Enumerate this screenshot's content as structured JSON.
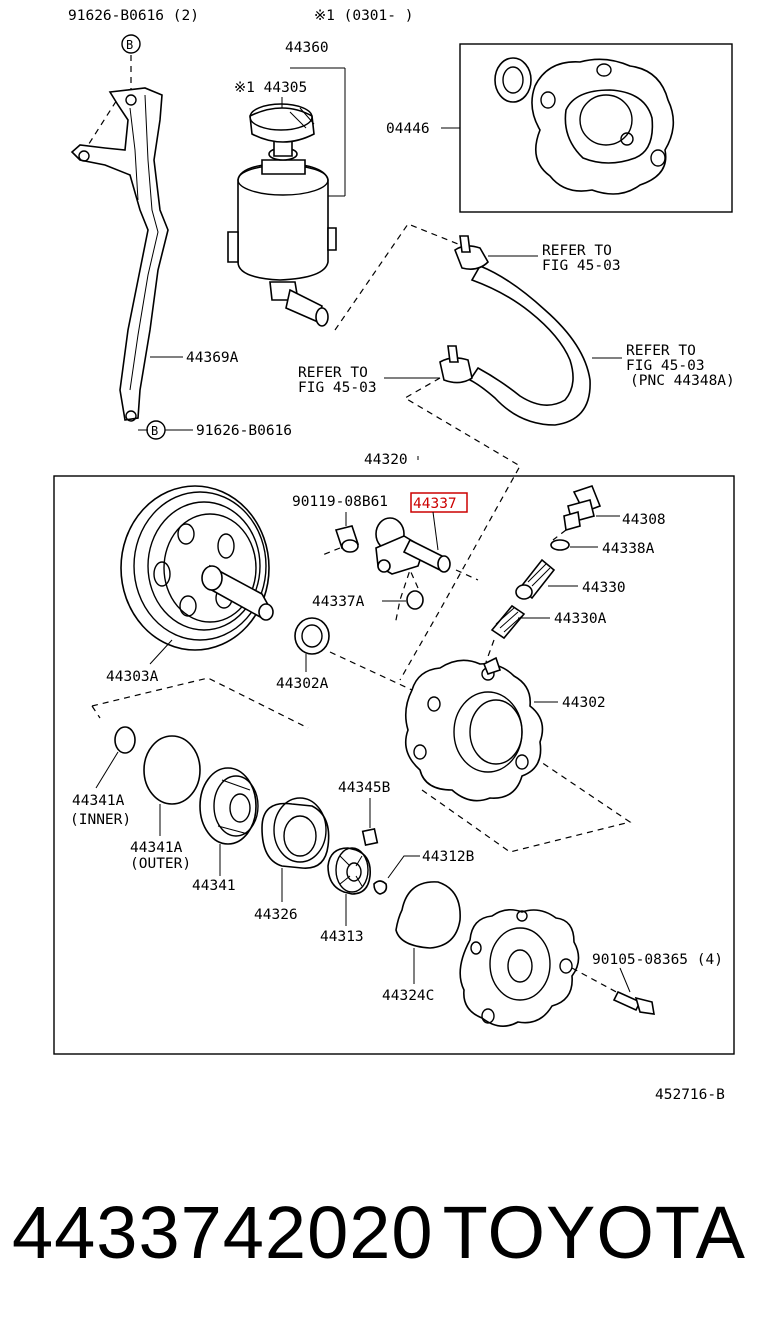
{
  "diagram": {
    "labels": {
      "bolt_b_top": "91626-B0616 (2)",
      "note_1": "※1 (0301-       )",
      "reservoir": "44360",
      "cap": "※1 44305",
      "gasket_kit": "04446",
      "refer_a": "REFER TO",
      "refer_a2": "FIG 45-03",
      "refer_b": "REFER TO",
      "refer_b2": "FIG 45-03",
      "refer_b3": "(PNC 44348A)",
      "refer_c": "REFER TO",
      "refer_c2": "FIG 45-03",
      "bracket": "44369A",
      "bolt_b_bottom": "91626-B0616",
      "pump_assy": "44320",
      "union_bolt": "90119-08B61",
      "union_highlight": "44337",
      "sensor": "44308",
      "oring_a": "44338A",
      "valve": "44330",
      "spring": "44330A",
      "oring_b": "44337A",
      "pulley": "44303A",
      "oil_seal": "44302A",
      "housing": "44302",
      "ring_inner": "44341A",
      "ring_inner_note": "(INNER)",
      "ring_outer": "44341A",
      "ring_outer_note": "(OUTER)",
      "plate": "44341",
      "cam_ring": "44326",
      "rotor": "44313",
      "vane": "44345B",
      "snap_ring": "44312B",
      "gasket": "44324C",
      "rear_housing_bolt": "90105-08365 (4)",
      "fig_number": "452716-B"
    },
    "circled_marker": "B",
    "highlight_color": "#cc0000"
  },
  "caption": {
    "part_number": "4433742020",
    "brand": "TOYOTA"
  }
}
